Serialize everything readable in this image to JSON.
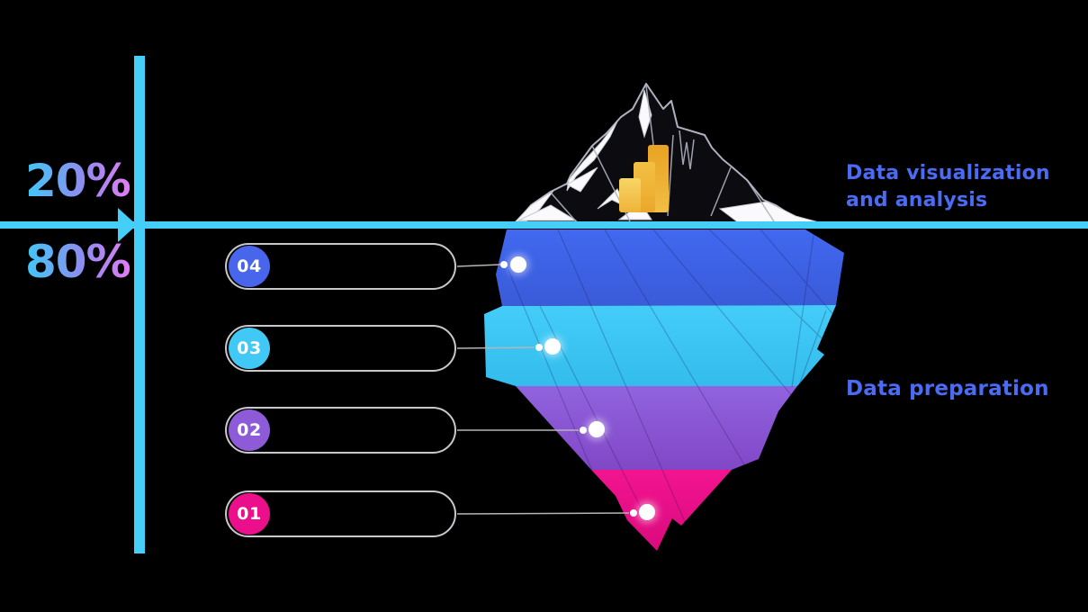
{
  "percent": {
    "above": "20%",
    "below": "80%"
  },
  "labels": {
    "above_water_line1": "Data visualization",
    "above_water_line2": "and analysis",
    "below_water": "Data preparation"
  },
  "steps": [
    {
      "number": "04",
      "color": "#4766EC"
    },
    {
      "number": "03",
      "color": "#41C8F5"
    },
    {
      "number": "02",
      "color": "#8E5BD8"
    },
    {
      "number": "01",
      "color": "#EC0F8C"
    }
  ],
  "colors": {
    "background": "#000000",
    "line_cyan": "#45CEF8",
    "label_blue": "#4A6BF3",
    "layer_blue": "#4168F0",
    "layer_cyan": "#44CDF9",
    "layer_purple": "#9163DF",
    "layer_pink": "#F2148F",
    "capsule_border": "#C9C9CD",
    "connector_gray": "#B5B5B5",
    "dot_white": "#FFFFFF",
    "mountain_stroke": "#AEB1BE",
    "powerbi_gold": "#F2C811",
    "percent_gradient_start": "#3FC9F7",
    "percent_gradient_mid": "#8E8CF0",
    "percent_gradient_end": "#E07DF5"
  },
  "icons": {
    "powerbi_logo": "bar-chart",
    "axis_arrow": "arrow-right",
    "connector_dot": "glow-dot"
  }
}
